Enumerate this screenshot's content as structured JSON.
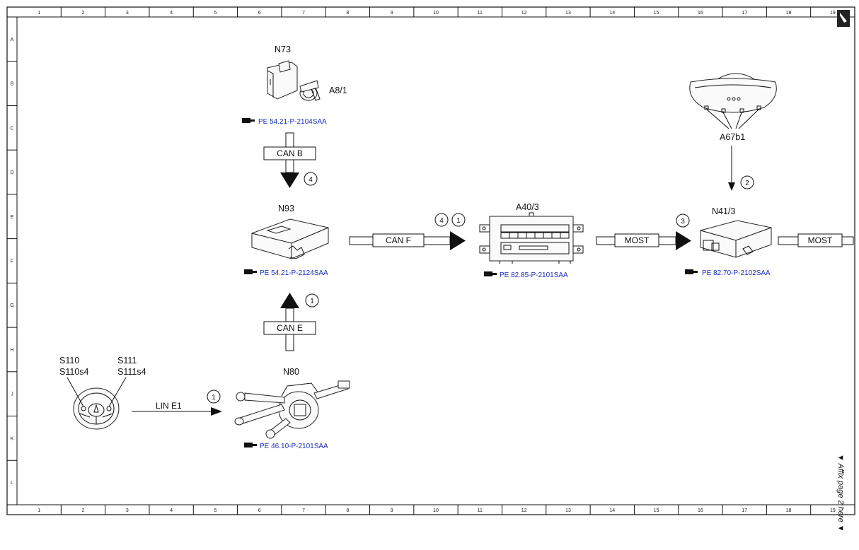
{
  "grid": {
    "columns": [
      "1",
      "2",
      "3",
      "4",
      "5",
      "6",
      "7",
      "8",
      "9",
      "10",
      "11",
      "12",
      "13",
      "14",
      "15",
      "16",
      "17",
      "18",
      "19"
    ],
    "rows": [
      "A",
      "B",
      "C",
      "D",
      "E",
      "F",
      "G",
      "H",
      "J",
      "K",
      "L"
    ]
  },
  "components": {
    "n73": {
      "label": "N73",
      "sub_label": "A8/1",
      "ref": "PE 54.21-P-2104SAA"
    },
    "n93": {
      "label": "N93",
      "ref": "PE 54.21-P-2124SAA"
    },
    "a40_3": {
      "label": "A40/3",
      "ref": "PE 82.85-P-2101SAA"
    },
    "n41_3": {
      "label": "N41/3",
      "ref": "PE 82.70-P-2102SAA"
    },
    "a67b1": {
      "label": "A67b1"
    },
    "n80": {
      "label": "N80",
      "ref": "PE 46.10-P-2101SAA"
    },
    "steering": {
      "left_labels": [
        "S110",
        "S110s4"
      ],
      "right_labels": [
        "S111",
        "S111s4"
      ]
    }
  },
  "buses": {
    "can_b": {
      "label": "CAN B",
      "badges": [
        "4"
      ]
    },
    "can_e": {
      "label": "CAN E",
      "badges": [
        "1"
      ]
    },
    "can_f": {
      "label": "CAN F",
      "badges": [
        "4",
        "1"
      ]
    },
    "most_1": {
      "label": "MOST",
      "badges": [
        "3"
      ]
    },
    "most_2": {
      "label": "MOST"
    },
    "lin_e1": {
      "label": "LIN E1",
      "badges": [
        "1"
      ]
    },
    "a67b1_link": {
      "badges": [
        "2"
      ]
    }
  },
  "side_note": "▼ Affix page 2 here ▼"
}
